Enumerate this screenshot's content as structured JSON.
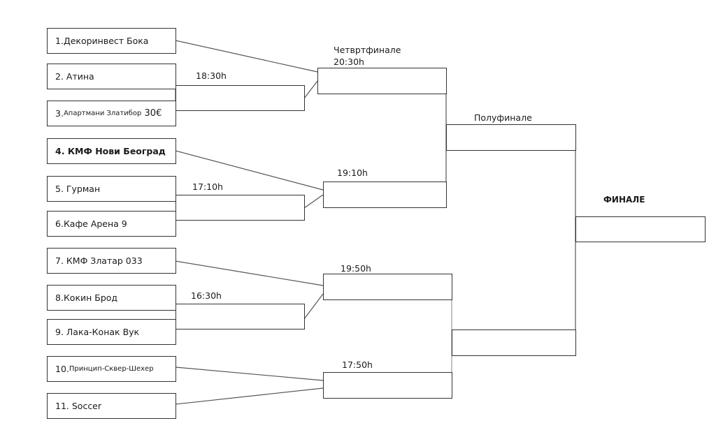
{
  "teams": [
    {
      "num": "1.",
      "name": "Декоринвест Бока"
    },
    {
      "num": "2. ",
      "name": "Атина"
    },
    {
      "num": "3.",
      "name": "Апартмани Златибор",
      "extra": " 30€"
    },
    {
      "num": "4. ",
      "name": "КМФ Нови Београд"
    },
    {
      "num": "5. ",
      "name": "Гурман"
    },
    {
      "num": "6.",
      "name": "Кафе Арена 9"
    },
    {
      "num": "7. ",
      "name": "КМФ Златар 033"
    },
    {
      "num": "8.",
      "name": "Кокин Брод"
    },
    {
      "num": "9. ",
      "name": "Лака-Конак Вук"
    },
    {
      "num": "10.",
      "name": "Принцип-Сквер-Шехер"
    },
    {
      "num": "11. ",
      "name": "Soccer"
    }
  ],
  "round1": {
    "match_a_time": "18:30h",
    "match_b_time": "17:10h",
    "match_c_time": "16:30h"
  },
  "quarterfinals": {
    "title": "Четвртфинале",
    "qf1_time": "20:30h",
    "qf2_time": "19:10h",
    "qf3_time": "19:50h",
    "qf4_time": "17:50h"
  },
  "semifinals": {
    "title": "Полуфинале"
  },
  "final": {
    "title": "ФИНАЛЕ"
  },
  "colors": {
    "line": "#555555",
    "border": "#333333"
  }
}
